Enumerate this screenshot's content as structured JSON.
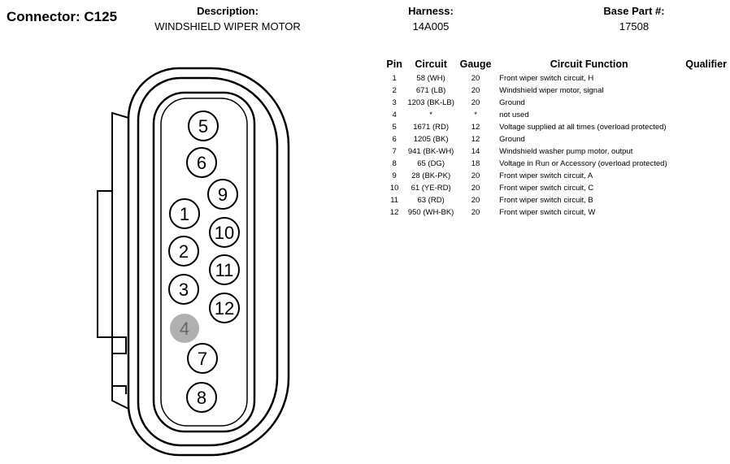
{
  "connector": {
    "label": "Connector:",
    "id": "C125"
  },
  "description": {
    "label": "Description:",
    "value": "WINDSHIELD WIPER MOTOR"
  },
  "harness": {
    "label": "Harness:",
    "value": "14A005"
  },
  "base_part": {
    "label": "Base Part #:",
    "value": "17508"
  },
  "table": {
    "headers": {
      "pin": "Pin",
      "circuit": "Circuit",
      "gauge": "Gauge",
      "function": "Circuit Function",
      "qualifier": "Qualifier"
    },
    "rows": [
      {
        "pin": "1",
        "circuit": "58 (WH)",
        "gauge": "20",
        "function": "Front wiper switch circuit, H"
      },
      {
        "pin": "2",
        "circuit": "671 (LB)",
        "gauge": "20",
        "function": "Windshield wiper motor, signal"
      },
      {
        "pin": "3",
        "circuit": "1203 (BK-LB)",
        "gauge": "20",
        "function": "Ground"
      },
      {
        "pin": "4",
        "circuit": "*",
        "gauge": "*",
        "function": "not used"
      },
      {
        "pin": "5",
        "circuit": "1671 (RD)",
        "gauge": "12",
        "function": "Voltage supplied at all times (overload protected)"
      },
      {
        "pin": "6",
        "circuit": "1205 (BK)",
        "gauge": "12",
        "function": "Ground"
      },
      {
        "pin": "7",
        "circuit": "941 (BK-WH)",
        "gauge": "14",
        "function": "Windshield washer pump motor, output"
      },
      {
        "pin": "8",
        "circuit": "65 (DG)",
        "gauge": "18",
        "function": "Voltage in Run or Accessory (overload protected)"
      },
      {
        "pin": "9",
        "circuit": "28 (BK-PK)",
        "gauge": "20",
        "function": "Front wiper switch circuit, A"
      },
      {
        "pin": "10",
        "circuit": "61 (YE-RD)",
        "gauge": "20",
        "function": "Front wiper switch circuit, C"
      },
      {
        "pin": "11",
        "circuit": "63 (RD)",
        "gauge": "20",
        "function": "Front wiper switch circuit, B"
      },
      {
        "pin": "12",
        "circuit": "950 (WH-BK)",
        "gauge": "20",
        "function": "Front wiper switch circuit, W"
      }
    ]
  },
  "diagram": {
    "pins": [
      {
        "label": "5",
        "unused": false
      },
      {
        "label": "6",
        "unused": false
      },
      {
        "label": "9",
        "unused": false
      },
      {
        "label": "1",
        "unused": false
      },
      {
        "label": "10",
        "unused": false
      },
      {
        "label": "2",
        "unused": false
      },
      {
        "label": "11",
        "unused": false
      },
      {
        "label": "3",
        "unused": false
      },
      {
        "label": "12",
        "unused": false
      },
      {
        "label": "4",
        "unused": true
      },
      {
        "label": "7",
        "unused": false
      },
      {
        "label": "8",
        "unused": false
      }
    ],
    "unused_fill": "#b0b0b0",
    "unused_text": "#666666"
  }
}
